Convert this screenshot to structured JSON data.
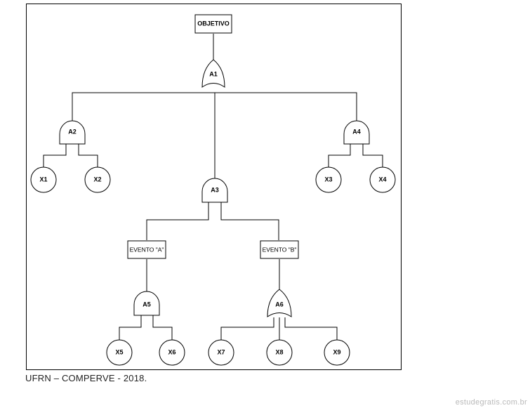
{
  "diagram": {
    "top_event": "OBJETIVO",
    "gates": [
      {
        "id": "A1",
        "label": "A1",
        "kind": "or"
      },
      {
        "id": "A2",
        "label": "A2",
        "kind": "and"
      },
      {
        "id": "A3",
        "label": "A3",
        "kind": "and"
      },
      {
        "id": "A4",
        "label": "A4",
        "kind": "and"
      },
      {
        "id": "A5",
        "label": "A5",
        "kind": "and"
      },
      {
        "id": "A6",
        "label": "A6",
        "kind": "or"
      }
    ],
    "events": [
      {
        "id": "EA",
        "label": "EVENTO \"A\""
      },
      {
        "id": "EB",
        "label": "EVENTO \"B\""
      }
    ],
    "basic_events": [
      {
        "id": "X1",
        "label": "X1"
      },
      {
        "id": "X2",
        "label": "X2"
      },
      {
        "id": "X3",
        "label": "X3"
      },
      {
        "id": "X4",
        "label": "X4"
      },
      {
        "id": "X5",
        "label": "X5"
      },
      {
        "id": "X6",
        "label": "X6"
      },
      {
        "id": "X7",
        "label": "X7"
      },
      {
        "id": "X8",
        "label": "X8"
      },
      {
        "id": "X9",
        "label": "X9"
      }
    ]
  },
  "caption": "UFRN – COMPERVE - 2018.",
  "watermark": "estudegratis.com.br"
}
